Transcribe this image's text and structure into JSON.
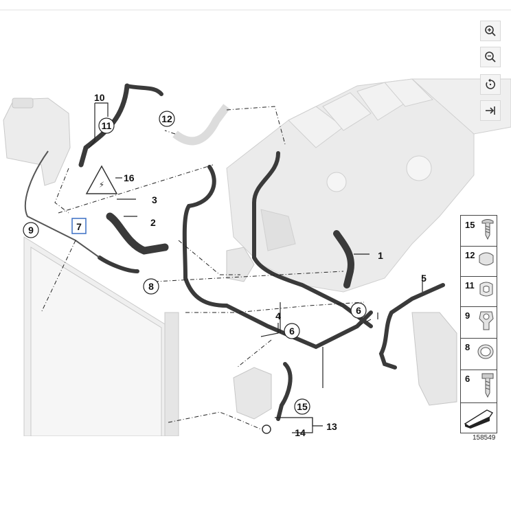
{
  "toolbar": {
    "zoom_in": "zoom-in-icon",
    "zoom_out": "zoom-out-icon",
    "reset": "reset-icon",
    "expand": "expand-icon"
  },
  "callouts": {
    "c1": "1",
    "c2": "2",
    "c3": "3",
    "c4": "4",
    "c5": "5",
    "c6a": "6",
    "c6b": "6",
    "c7": "7",
    "c8": "8",
    "c9": "9",
    "c10": "10",
    "c11": "11",
    "c12": "12",
    "c13": "13",
    "c14": "14",
    "c15": "15",
    "c16": "16"
  },
  "legend": [
    "15",
    "12",
    "11",
    "9",
    "8",
    "6"
  ],
  "reference_number": "158549",
  "colors": {
    "accent_box": "#3a6fc4",
    "hose": "#3a3a3a",
    "engine": "#e6e6e6"
  }
}
